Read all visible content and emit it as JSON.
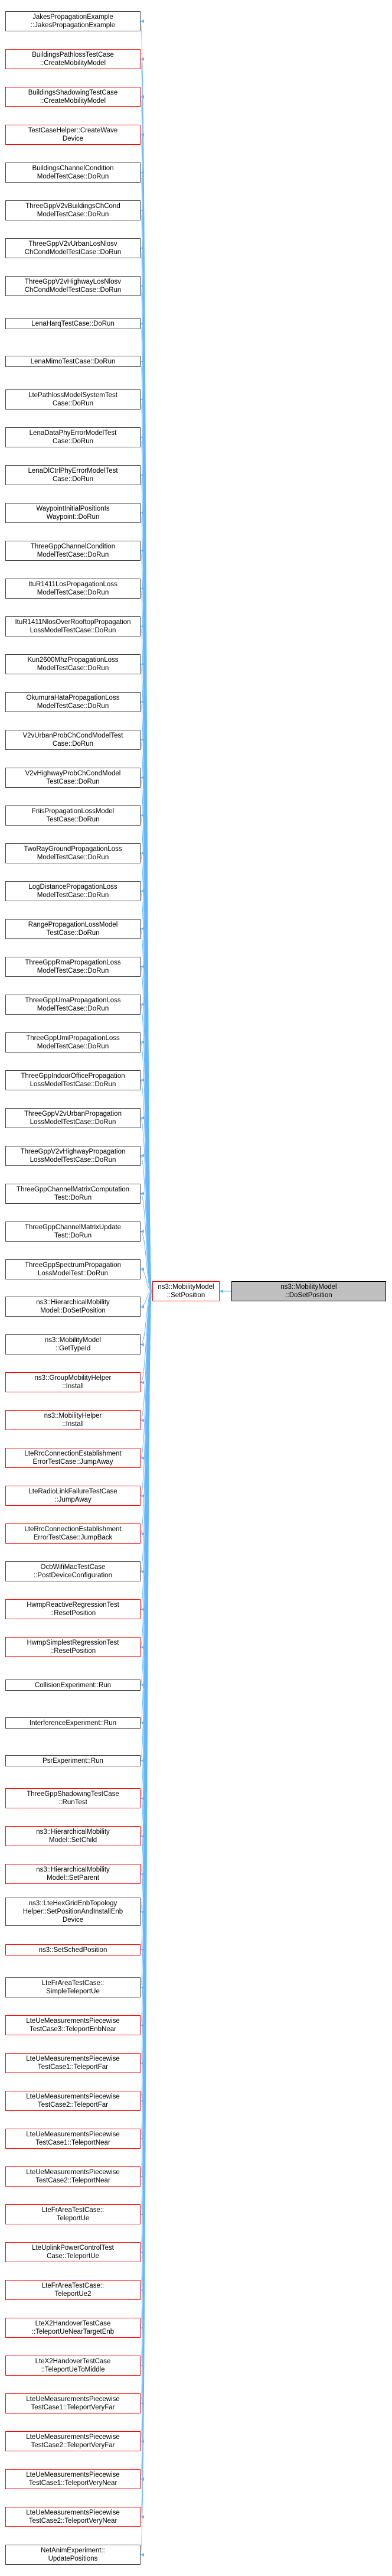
{
  "graph": {
    "colors": {
      "edge": "#63b8ff",
      "border": "#404040",
      "red_border": "#ff0000",
      "selected_fill": "#bfbfbf"
    },
    "root": {
      "label": "ns3::MobilityModel\n::DoSetPosition"
    },
    "mid": {
      "label": "ns3::MobilityModel\n::SetPosition",
      "border": "red"
    },
    "callers": [
      {
        "label": "JakesPropagationExample\n::JakesPropagationExample",
        "border": "normal"
      },
      {
        "label": "BuildingsPathlossTestCase\n::CreateMobilityModel",
        "border": "red"
      },
      {
        "label": "BuildingsShadowingTestCase\n::CreateMobilityModel",
        "border": "red"
      },
      {
        "label": "TestCaseHelper::CreateWave\nDevice",
        "border": "red"
      },
      {
        "label": "BuildingsChannelCondition\nModelTestCase::DoRun",
        "border": "normal"
      },
      {
        "label": "ThreeGppV2vBuildingsChCond\nModelTestCase::DoRun",
        "border": "normal"
      },
      {
        "label": "ThreeGppV2vUrbanLosNlosv\nChCondModelTestCase::DoRun",
        "border": "normal"
      },
      {
        "label": "ThreeGppV2vHighwayLosNlosv\nChCondModelTestCase::DoRun",
        "border": "normal"
      },
      {
        "label": "LenaHarqTestCase::DoRun",
        "border": "normal"
      },
      {
        "label": "LenaMimoTestCase::DoRun",
        "border": "normal"
      },
      {
        "label": "LtePathlossModelSystemTest\nCase::DoRun",
        "border": "normal"
      },
      {
        "label": "LenaDataPhyErrorModelTest\nCase::DoRun",
        "border": "normal"
      },
      {
        "label": "LenaDlCtrlPhyErrorModelTest\nCase::DoRun",
        "border": "normal"
      },
      {
        "label": "WaypointInitialPositionIs\nWaypoint::DoRun",
        "border": "normal"
      },
      {
        "label": "ThreeGppChannelCondition\nModelTestCase::DoRun",
        "border": "normal"
      },
      {
        "label": "ItuR1411LosPropagationLoss\nModelTestCase::DoRun",
        "border": "normal"
      },
      {
        "label": "ItuR1411NlosOverRooftopPropagation\nLossModelTestCase::DoRun",
        "border": "normal"
      },
      {
        "label": "Kun2600MhzPropagationLoss\nModelTestCase::DoRun",
        "border": "normal"
      },
      {
        "label": "OkumuraHataPropagationLoss\nModelTestCase::DoRun",
        "border": "normal"
      },
      {
        "label": "V2vUrbanProbChCondModelTest\nCase::DoRun",
        "border": "normal"
      },
      {
        "label": "V2vHighwayProbChCondModel\nTestCase::DoRun",
        "border": "normal"
      },
      {
        "label": "FriisPropagationLossModel\nTestCase::DoRun",
        "border": "normal"
      },
      {
        "label": "TwoRayGroundPropagationLoss\nModelTestCase::DoRun",
        "border": "normal"
      },
      {
        "label": "LogDistancePropagationLoss\nModelTestCase::DoRun",
        "border": "normal"
      },
      {
        "label": "RangePropagationLossModel\nTestCase::DoRun",
        "border": "normal"
      },
      {
        "label": "ThreeGppRmaPropagationLoss\nModelTestCase::DoRun",
        "border": "normal"
      },
      {
        "label": "ThreeGppUmaPropagationLoss\nModelTestCase::DoRun",
        "border": "normal"
      },
      {
        "label": "ThreeGppUmiPropagationLoss\nModelTestCase::DoRun",
        "border": "normal"
      },
      {
        "label": "ThreeGppIndoorOfficePropagation\nLossModelTestCase::DoRun",
        "border": "normal"
      },
      {
        "label": "ThreeGppV2vUrbanPropagation\nLossModelTestCase::DoRun",
        "border": "normal"
      },
      {
        "label": "ThreeGppV2vHighwayPropagation\nLossModelTestCase::DoRun",
        "border": "normal"
      },
      {
        "label": "ThreeGppChannelMatrixComputation\nTest::DoRun",
        "border": "normal"
      },
      {
        "label": "ThreeGppChannelMatrixUpdate\nTest::DoRun",
        "border": "normal"
      },
      {
        "label": "ThreeGppSpectrumPropagation\nLossModelTest::DoRun",
        "border": "normal"
      },
      {
        "label": "ns3::HierarchicalMobility\nModel::DoSetPosition",
        "border": "normal"
      },
      {
        "label": "ns3::MobilityModel\n::GetTypeId",
        "border": "normal"
      },
      {
        "label": "ns3::GroupMobilityHelper\n::Install",
        "border": "red"
      },
      {
        "label": "ns3::MobilityHelper\n::Install",
        "border": "red"
      },
      {
        "label": "LteRrcConnectionEstablishment\nErrorTestCase::JumpAway",
        "border": "red"
      },
      {
        "label": "LteRadioLinkFailureTestCase\n::JumpAway",
        "border": "red"
      },
      {
        "label": "LteRrcConnectionEstablishment\nErrorTestCase::JumpBack",
        "border": "red"
      },
      {
        "label": "OcbWifiMacTestCase\n::PostDeviceConfiguration",
        "border": "normal"
      },
      {
        "label": "HwmpReactiveRegressionTest\n::ResetPosition",
        "border": "red"
      },
      {
        "label": "HwmpSimplestRegressionTest\n::ResetPosition",
        "border": "red"
      },
      {
        "label": "CollisionExperiment::Run",
        "border": "normal"
      },
      {
        "label": "InterferenceExperiment::Run",
        "border": "normal"
      },
      {
        "label": "PsrExperiment::Run",
        "border": "normal"
      },
      {
        "label": "ThreeGppShadowingTestCase\n::RunTest",
        "border": "red"
      },
      {
        "label": "ns3::HierarchicalMobility\nModel::SetChild",
        "border": "red"
      },
      {
        "label": "ns3::HierarchicalMobility\nModel::SetParent",
        "border": "red"
      },
      {
        "label": "ns3::LteHexGridEnbTopology\nHelper::SetPositionAndInstallEnb\nDevice",
        "border": "normal"
      },
      {
        "label": "ns3::SetSchedPosition",
        "border": "red"
      },
      {
        "label": "LteFrAreaTestCase::\nSimpleTeleportUe",
        "border": "normal"
      },
      {
        "label": "LteUeMeasurementsPiecewise\nTestCase3::TeleportEnbNear",
        "border": "red"
      },
      {
        "label": "LteUeMeasurementsPiecewise\nTestCase1::TeleportFar",
        "border": "red"
      },
      {
        "label": "LteUeMeasurementsPiecewise\nTestCase2::TeleportFar",
        "border": "red"
      },
      {
        "label": "LteUeMeasurementsPiecewise\nTestCase1::TeleportNear",
        "border": "red"
      },
      {
        "label": "LteUeMeasurementsPiecewise\nTestCase2::TeleportNear",
        "border": "red"
      },
      {
        "label": "LteFrAreaTestCase::\nTeleportUe",
        "border": "red"
      },
      {
        "label": "LteUplinkPowerControlTest\nCase::TeleportUe",
        "border": "red"
      },
      {
        "label": "LteFrAreaTestCase::\nTeleportUe2",
        "border": "red"
      },
      {
        "label": "LteX2HandoverTestCase\n::TeleportUeNearTargetEnb",
        "border": "red"
      },
      {
        "label": "LteX2HandoverTestCase\n::TeleportUeToMiddle",
        "border": "red"
      },
      {
        "label": "LteUeMeasurementsPiecewise\nTestCase1::TeleportVeryFar",
        "border": "red"
      },
      {
        "label": "LteUeMeasurementsPiecewise\nTestCase2::TeleportVeryFar",
        "border": "red"
      },
      {
        "label": "LteUeMeasurementsPiecewise\nTestCase1::TeleportVeryNear",
        "border": "red"
      },
      {
        "label": "LteUeMeasurementsPiecewise\nTestCase2::TeleportVeryNear",
        "border": "red"
      },
      {
        "label": "NetAnimExperiment::\nUpdatePositions",
        "border": "normal"
      }
    ]
  }
}
